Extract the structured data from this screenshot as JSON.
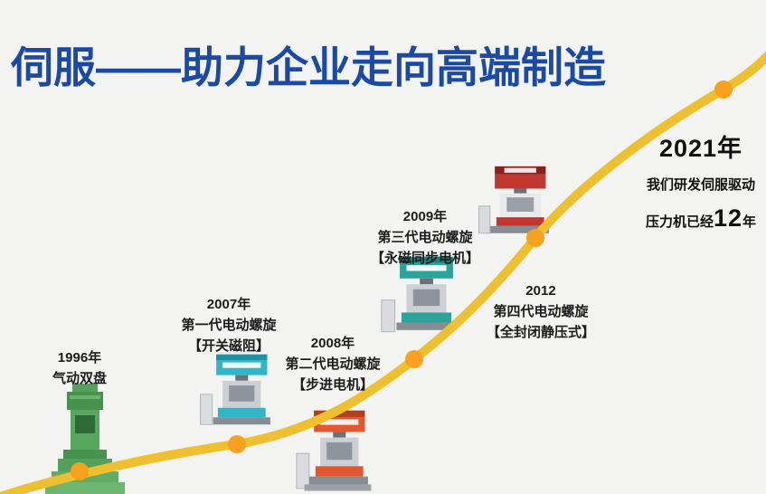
{
  "page": {
    "background": "#f3f3f2"
  },
  "title": {
    "text": "伺服——助力企业走向高端制造",
    "color": "#1a4aa3"
  },
  "curve": {
    "line_color": "#eec02f",
    "dot_color": "#f7a11f"
  },
  "milestones": [
    {
      "year": "1996年",
      "lines": [
        "气动双盘"
      ],
      "machine_color": "#4c9f52"
    },
    {
      "year": "2007年",
      "lines": [
        "第一代电动螺旋",
        "【开关磁阻】"
      ],
      "machine_color": "#2fb6c9"
    },
    {
      "year": "2008年",
      "lines": [
        "第二代电动螺旋",
        "【步进电机】"
      ],
      "machine_color": "#e2572d"
    },
    {
      "year": "2009年",
      "lines": [
        "第三代电动螺旋",
        "【永磁同步电机】"
      ],
      "machine_color": "#2ba39b"
    },
    {
      "year": "2012",
      "lines": [
        "第四代电动螺旋",
        "【全封闭静压式】"
      ],
      "machine_color": "#c23630"
    }
  ],
  "endpoint": {
    "year": "2021年",
    "line1": "我们研发伺服驱动",
    "line2_prefix": "压力机已经",
    "line2_number": "12",
    "line2_suffix": "年"
  }
}
